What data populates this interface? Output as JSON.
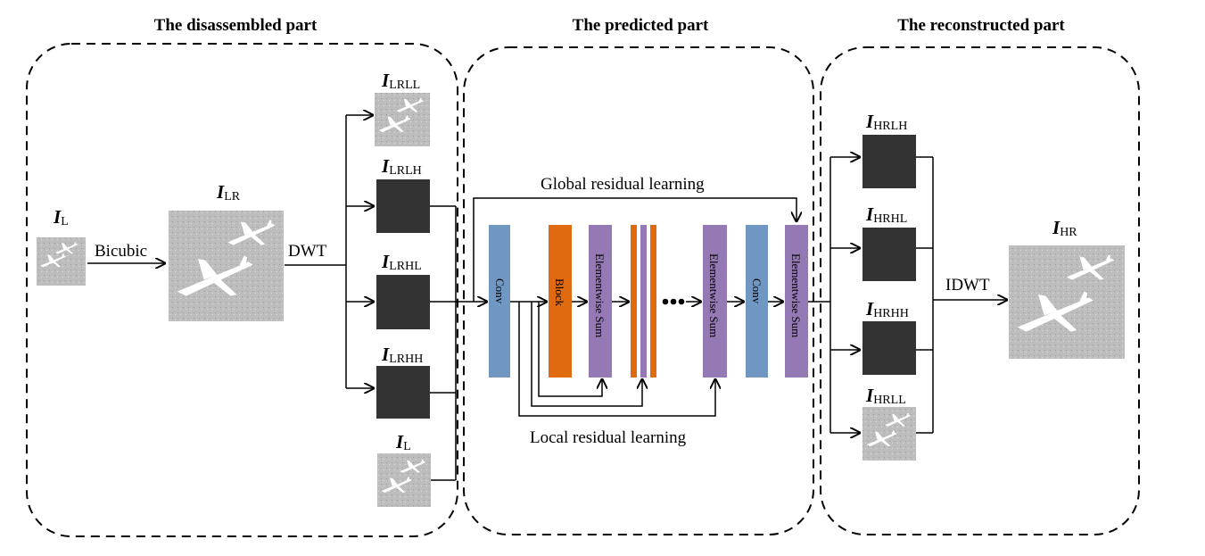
{
  "sections": {
    "disassembled": "The disassembled part",
    "predicted": "The predicted part",
    "reconstructed": "The reconstructed part"
  },
  "labels": {
    "bicubic": "Bicubic",
    "dwt": "DWT",
    "idwt": "IDWT",
    "global_residual": "Global residual learning",
    "local_residual": "Local residual learning"
  },
  "vars": {
    "i_l": {
      "main": "I",
      "sub": "L"
    },
    "i_lr": {
      "main": "I",
      "sub": "LR"
    },
    "i_lrll": {
      "main": "I",
      "sub": "LRLL"
    },
    "i_lrlh": {
      "main": "I",
      "sub": "LRLH"
    },
    "i_lrhl": {
      "main": "I",
      "sub": "LRHL"
    },
    "i_lrhh": {
      "main": "I",
      "sub": "LRHH"
    },
    "i_l2": {
      "main": "I",
      "sub": "L"
    },
    "i_hrlh": {
      "main": "I",
      "sub": "HRLH"
    },
    "i_hrhl": {
      "main": "I",
      "sub": "HRHL"
    },
    "i_hrhh": {
      "main": "I",
      "sub": "HRHH"
    },
    "i_hrll": {
      "main": "I",
      "sub": "HRLL"
    },
    "i_hr": {
      "main": "I",
      "sub": "HR"
    }
  },
  "blocks": {
    "conv1": "Conv",
    "block": "Block",
    "sum1": "Elementwise Sum",
    "sum2": "Elementwise Sum",
    "conv2": "Conv",
    "sum3": "Elementwise Sum"
  },
  "colors": {
    "conv": "#7096c2",
    "block": "#e06a10",
    "sum": "#9479b5",
    "subband_dark": "#333333",
    "photo_light": "#c6c6c6"
  }
}
